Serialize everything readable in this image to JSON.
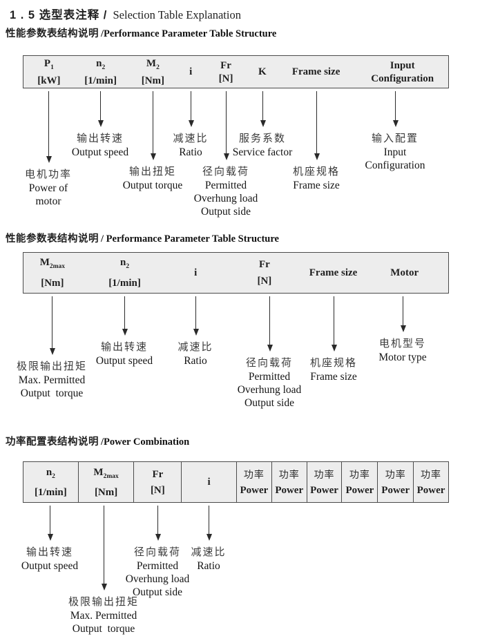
{
  "title": {
    "cn": "1 . 5 选型表注释 /",
    "en": "Selection Table Explanation"
  },
  "colors": {
    "table_bg": "#ededed",
    "table_border": "#4a4a4a",
    "ink": "#1f1f1f"
  },
  "sections": [
    {
      "heading_cn": "性能参数表结构说明",
      "heading_en": "/Performance Parameter Table Structure",
      "columns": [
        {
          "top": "P",
          "sub": "1",
          "bottom": "[kW]"
        },
        {
          "top": "n",
          "sub": "2",
          "bottom": "[1/min]"
        },
        {
          "top": "M",
          "sub": "2",
          "bottom": "[Nm]"
        },
        {
          "top": "i"
        },
        {
          "top": "Fr",
          "bottom": "[N]"
        },
        {
          "top": "K"
        },
        {
          "top": "Frame size"
        },
        {
          "top": "Input",
          "bottom": "Configuration"
        }
      ],
      "callouts": [
        {
          "cn": "电机功率",
          "en": [
            "Power of",
            "motor"
          ]
        },
        {
          "cn": "输出转速",
          "en": [
            "Output speed"
          ]
        },
        {
          "cn": "输出扭矩",
          "en": [
            "Output torque"
          ]
        },
        {
          "cn": "减速比",
          "en": [
            "Ratio"
          ]
        },
        {
          "cn": "径向载荷",
          "en": [
            "Permitted",
            "Overhung load",
            "Output side"
          ]
        },
        {
          "cn": "服务系数",
          "en": [
            "Service factor"
          ]
        },
        {
          "cn": "机座规格",
          "en": [
            "Frame size"
          ]
        },
        {
          "cn": "输入配置",
          "en": [
            "Input",
            "Configuration"
          ]
        }
      ]
    },
    {
      "heading_cn": "性能参数表结构说明",
      "heading_en": "/ Performance Parameter Table Structure",
      "columns": [
        {
          "top": "M",
          "sub": "2max",
          "bottom": "[Nm]"
        },
        {
          "top": "n",
          "sub": "2",
          "bottom": "[1/min]"
        },
        {
          "top": "i"
        },
        {
          "top": "Fr",
          "bottom": "[N]"
        },
        {
          "top": "Frame size"
        },
        {
          "top": "Motor"
        }
      ],
      "callouts": [
        {
          "cn": "极限输出扭矩",
          "en": [
            "Max. Permitted",
            "Output  torque"
          ]
        },
        {
          "cn": "输出转速",
          "en": [
            "Output speed"
          ]
        },
        {
          "cn": "减速比",
          "en": [
            "Ratio"
          ]
        },
        {
          "cn": "径向载荷",
          "en": [
            "Permitted",
            "Overhung load",
            "Output side"
          ]
        },
        {
          "cn": "机座规格",
          "en": [
            "Frame size"
          ]
        },
        {
          "cn": "电机型号",
          "en": [
            "Motor type"
          ]
        }
      ]
    },
    {
      "heading_cn": "功率配置表结构说明",
      "heading_en": "/Power Combination",
      "columns": [
        {
          "top": "n",
          "sub": "2",
          "bottom": "[1/min]"
        },
        {
          "top": "M",
          "sub": "2max",
          "bottom": "[Nm]"
        },
        {
          "top": "Fr",
          "bottom": "[N]"
        },
        {
          "top": "i"
        },
        {
          "top": "功率",
          "bottom": "Power",
          "cjk": true
        },
        {
          "top": "功率",
          "bottom": "Power",
          "cjk": true
        },
        {
          "top": "功率",
          "bottom": "Power",
          "cjk": true
        },
        {
          "top": "功率",
          "bottom": "Power",
          "cjk": true
        },
        {
          "top": "功率",
          "bottom": "Power",
          "cjk": true
        },
        {
          "top": "功率",
          "bottom": "Power",
          "cjk": true
        }
      ],
      "callouts": [
        {
          "cn": "输出转速",
          "en": [
            "Output speed"
          ]
        },
        {
          "cn": "极限输出扭矩",
          "en": [
            "Max. Permitted",
            "Output  torque"
          ]
        },
        {
          "cn": "径向载荷",
          "en": [
            "Permitted",
            "Overhung load",
            "Output side"
          ]
        },
        {
          "cn": "减速比",
          "en": [
            "Ratio"
          ]
        }
      ]
    }
  ]
}
